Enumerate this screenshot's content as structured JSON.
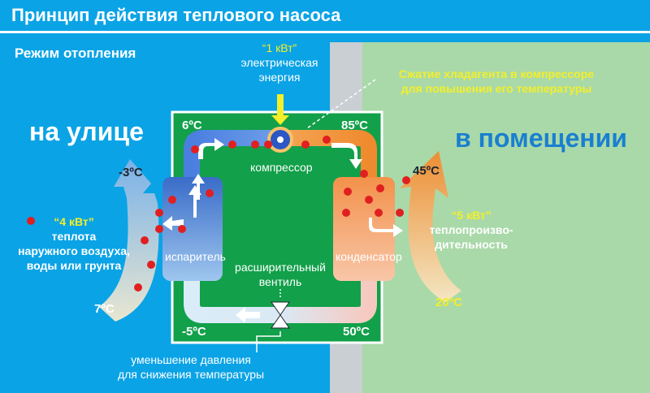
{
  "title": "Принцип действия теплового насоса",
  "mode": "Режим отопления",
  "outside_label": "на улице",
  "inside_label": "в помещении",
  "power_input": {
    "value": "“1 кВт”",
    "line1": "электрическая",
    "line2": "энергия"
  },
  "compression_note": {
    "line1": "Сжатие хладагента в компрессоре",
    "line2": "для повышения его температуры"
  },
  "compressor": "компрессор",
  "evaporator": "испаритель",
  "condenser": "конденсатор",
  "valve": {
    "line1": "расширительный",
    "line2": "вентиль"
  },
  "pressure_note": {
    "line1": "уменьшение давления",
    "line2": "для снижения температуры"
  },
  "heat_input": {
    "value": "“4 кВт”",
    "line1": "теплота",
    "line2": "наружного воздуха,",
    "line3": "воды или грунта"
  },
  "heat_output": {
    "value": "“5 кВт”",
    "line1": "теплопроизво-",
    "line2": "дительность"
  },
  "temps": {
    "outside_out": "-3ºC",
    "outside_in": "7ºC",
    "loop_top_left": "6ºC",
    "loop_top_right": "85ºC",
    "loop_bottom_left": "-5ºC",
    "loop_bottom_right": "50ºC",
    "room_out": "45ºC",
    "room_in": "20ºC"
  },
  "colors": {
    "background_outside": "#0aa3e6",
    "background_inside": "#a9d9a9",
    "wall": "#c9cfd2",
    "loop_panel": "#12a04a",
    "hot": "#f08a2e",
    "cold": "#7ab0e8",
    "refrigerant_dot": "#e02020",
    "note": "#f3ef2a"
  }
}
